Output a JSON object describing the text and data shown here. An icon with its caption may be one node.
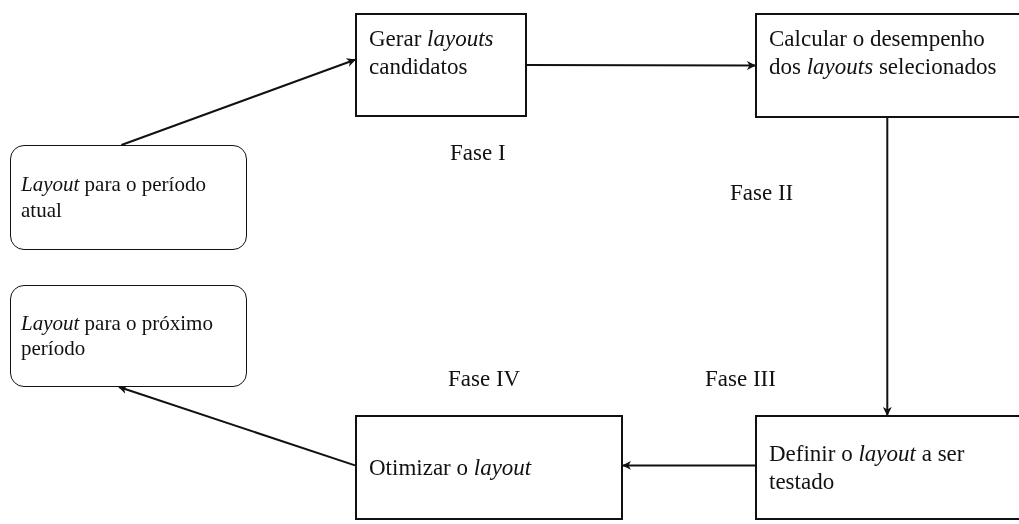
{
  "diagram": {
    "nodes": [
      {
        "text": [
          "*Layout* para o período atual"
        ]
      },
      {
        "text": [
          "Gerar *layouts* candidatos"
        ]
      },
      {
        "text": [
          "Calcular o desempenho dos *layouts* selecionados"
        ]
      },
      {
        "text": [
          "*Layout* para o próximo período"
        ]
      },
      {
        "text": [
          "Definir o *layout* a ser testado"
        ]
      },
      {
        "text": [
          "Otimizar o *layout*"
        ]
      }
    ],
    "edges": [
      {
        "from": 0,
        "to": 1,
        "arrow": "to"
      },
      {
        "from": 1,
        "to": 2,
        "arrow": "to"
      },
      {
        "from": 2,
        "to": 4,
        "arrow": "to"
      },
      {
        "from": 4,
        "to": 5,
        "arrow": "to"
      },
      {
        "from": 5,
        "to": 3,
        "arrow": "to"
      }
    ],
    "labels": [
      "Fase I",
      "Fase II",
      "Fase III",
      "Fase IV"
    ]
  }
}
